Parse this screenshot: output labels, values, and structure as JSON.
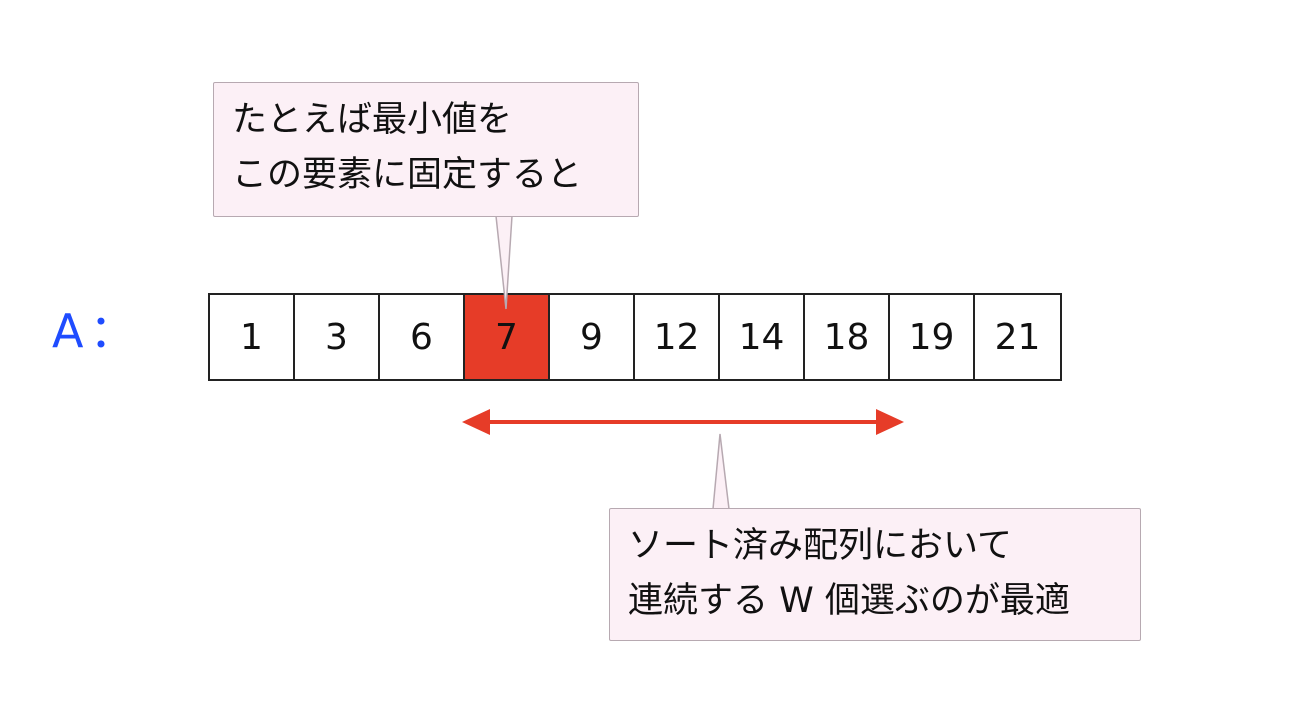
{
  "array_label": "A：",
  "array_values": [
    "1",
    "3",
    "6",
    "7",
    "9",
    "12",
    "14",
    "18",
    "19",
    "21"
  ],
  "highlight_index": 3,
  "callout_top": {
    "lines": [
      "たとえば最小値を",
      "この要素に固定すると"
    ]
  },
  "callout_bottom": {
    "lines": [
      "ソート済み配列において",
      "連続する W 個選ぶのが最適"
    ]
  },
  "colors": {
    "highlight": "#e63c28",
    "arrow": "#e63c28",
    "label": "#1f4cff",
    "callout_bg": "#fcf0f6",
    "callout_border": "#b7a9b1"
  }
}
